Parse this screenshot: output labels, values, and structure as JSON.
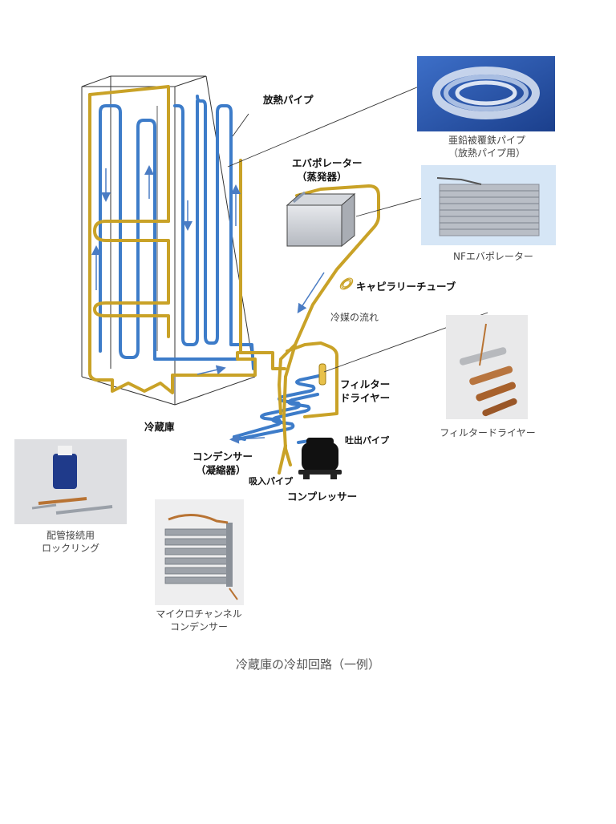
{
  "labels": {
    "radiator_pipe": "放熱パイプ",
    "evaporator_l1": "エバポレーター",
    "evaporator_l2": "（蒸発器）",
    "capillary": "キャピラリーチューブ",
    "refrigerant_flow": "冷媒の流れ",
    "filter_l1": "フィルター",
    "filter_l2": "ドライヤー",
    "fridge": "冷蔵庫",
    "condenser_l1": "コンデンサー",
    "condenser_l2": "（凝縮器）",
    "discharge_pipe": "吐出パイプ",
    "suction_pipe": "吸入パイプ",
    "compressor": "コンプレッサー"
  },
  "photos": {
    "zinc_pipe": {
      "caption_l1": "亜鉛被覆鉄パイプ",
      "caption_l2": "（放熱パイプ用）"
    },
    "nf_evaporator": {
      "caption": "NFエバポレーター"
    },
    "filter_drier": {
      "caption": "フィルタードライヤー"
    },
    "lock_ring": {
      "caption_l1": "配管接続用",
      "caption_l2": "ロックリング"
    },
    "microchannel": {
      "caption_l1": "マイクロチャンネル",
      "caption_l2": "コンデンサー"
    }
  },
  "title": "冷蔵庫の冷却回路（一例）",
  "colors": {
    "pipe_gold": "#c9a227",
    "pipe_blue": "#3d7cc9",
    "arrow_blue": "#4a7cc4",
    "box_line": "#333333"
  }
}
